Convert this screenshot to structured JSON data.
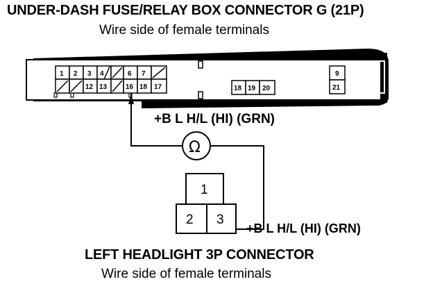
{
  "fuse_box": {
    "title": "UNDER-DASH FUSE/RELAY BOX CONNECTOR G (21P)",
    "subtitle": "Wire side of female terminals",
    "cells": [
      "1",
      "2",
      "3",
      "4",
      "6",
      "7",
      "12",
      "13",
      "16",
      "17",
      "18",
      "19",
      "20",
      "9",
      "21"
    ],
    "terminal_16_label": "16",
    "wire_label": "+B L H/L (HI) (GRN)"
  },
  "meter": {
    "symbol": "Ω",
    "icon": "ohmmeter-icon"
  },
  "headlight": {
    "title": "LEFT HEADLIGHT 3P CONNECTOR",
    "subtitle": "Wire side of female terminals",
    "cells": [
      "1",
      "2",
      "3"
    ],
    "wire_label": "+B L H/L (HI) (GRN)"
  }
}
